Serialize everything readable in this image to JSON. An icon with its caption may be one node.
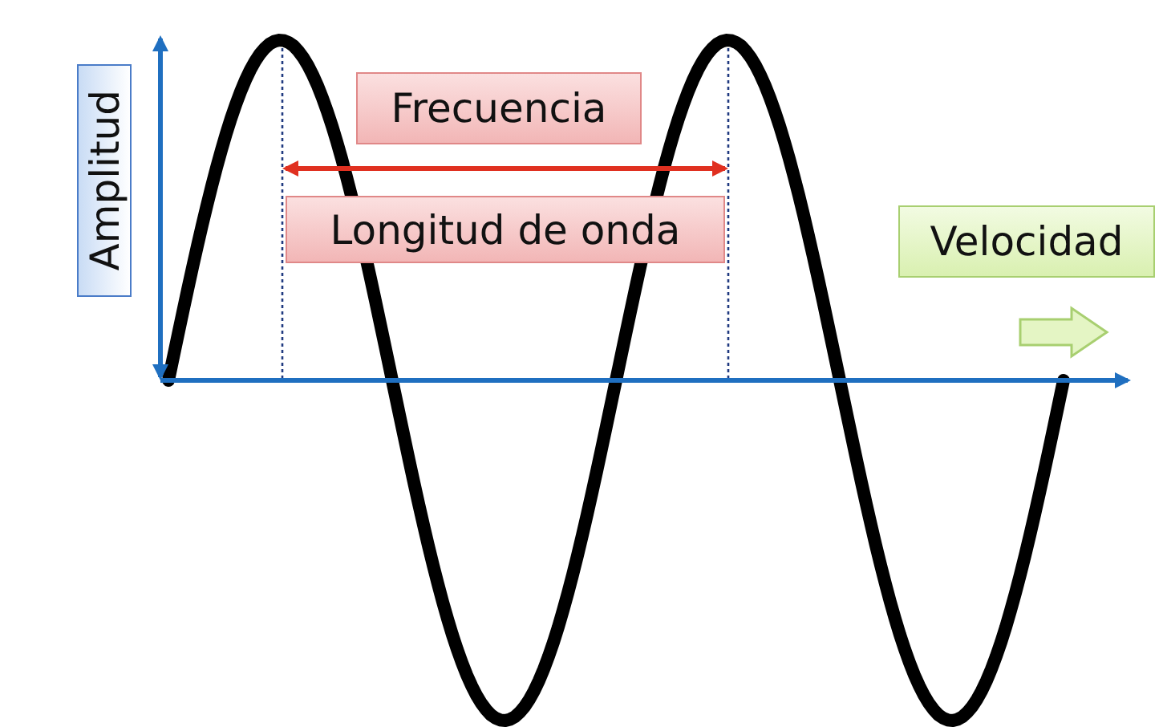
{
  "diagram": {
    "nodes": [
      {
        "text": [
          "Amplitud"
        ]
      },
      {
        "text": [
          "Frecuencia"
        ]
      },
      {
        "text": [
          "Longitud de onda"
        ]
      },
      {
        "text": [
          "Velocidad"
        ]
      }
    ]
  }
}
